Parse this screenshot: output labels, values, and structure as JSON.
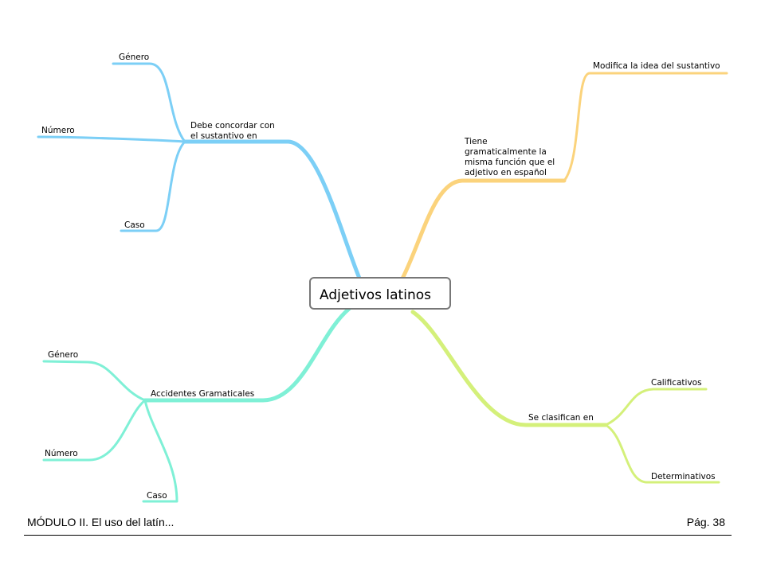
{
  "colors": {
    "blue_branch": "#7ccff6",
    "orange_branch": "#fbd37c",
    "lime_branch": "#d4f07a",
    "aqua_branch": "#7ff0d6",
    "center_border": "#777777"
  },
  "center": {
    "label": "Adjetivos latinos"
  },
  "branches": {
    "concordancia": {
      "label_lines": [
        "Debe concordar con",
        "el sustantivo en"
      ],
      "children": [
        "Género",
        "Número",
        "Caso"
      ]
    },
    "funcion": {
      "label_lines": [
        "Tiene",
        "gramaticalmente la",
        "misma función que el",
        "adjetivo en español"
      ],
      "children": [
        "Modifica la idea del sustantivo"
      ]
    },
    "clasificacion": {
      "label": "Se clasifican en",
      "children": [
        "Calificativos",
        "Determinativos"
      ]
    },
    "accidentes": {
      "label": "Accidentes Gramaticales",
      "children": [
        "Género",
        "Número",
        "Caso"
      ]
    }
  },
  "footer": {
    "left": "MÓDULO II. El uso del latín...",
    "right": "Pág. 38"
  }
}
